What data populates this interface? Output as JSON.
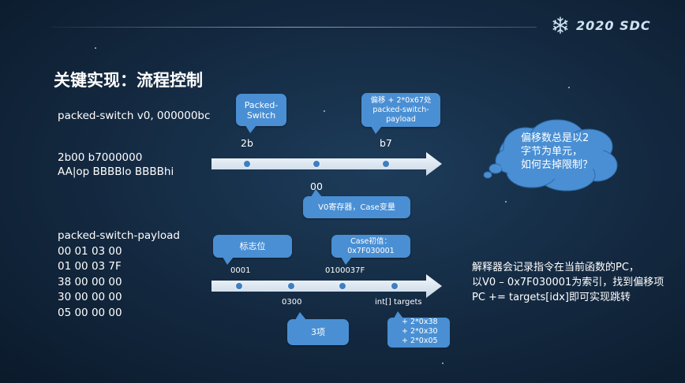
{
  "header": {
    "logo_text": "2020 SDC",
    "logo_icon": "snowflake-icon"
  },
  "title": "关键实现：流程控制",
  "left": {
    "instr": "packed-switch v0, 000000bc",
    "hex_line1": "2b00 b7000000",
    "hex_line2": "AA|op BBBBlo BBBBhi",
    "payload_title": "packed-switch-payload",
    "payload_rows": [
      "00 01 03 00",
      "01 00 03 7F",
      "38 00 00 00",
      "30 00 00 00",
      "05 00 00 00"
    ]
  },
  "top_flow": {
    "label_2b": "2b",
    "label_b7": "b7",
    "label_00": "00",
    "callout_packed_1": "Packed-",
    "callout_packed_2": "Switch",
    "callout_offset_1": "偏移 + 2*0x67处",
    "callout_offset_2": "packed-switch-",
    "callout_offset_3": "payload",
    "callout_v0": "V0寄存器，Case变量"
  },
  "bottom_flow": {
    "callout_flag": "标志位",
    "callout_case_1": "Case初值：",
    "callout_case_2": "0x7F030001",
    "label_0001": "0001",
    "label_0100037F": "0100037F",
    "label_0300": "0300",
    "label_targets": "int[] targets",
    "callout_3": "3项",
    "targets": [
      "+ 2*0x38",
      "+ 2*0x30",
      "+ 2*0x05"
    ]
  },
  "cloud": {
    "line1": "偏移数总是以2",
    "line2": "字节为单元，",
    "line3": "如何去掉限制？"
  },
  "note": {
    "line1": "解释器会记录指令在当前函数的PC，",
    "line2": "以V0 – 0x7F030001为索引，找到偏移项",
    "line3": "PC += targets[idx]即可实现跳转"
  }
}
